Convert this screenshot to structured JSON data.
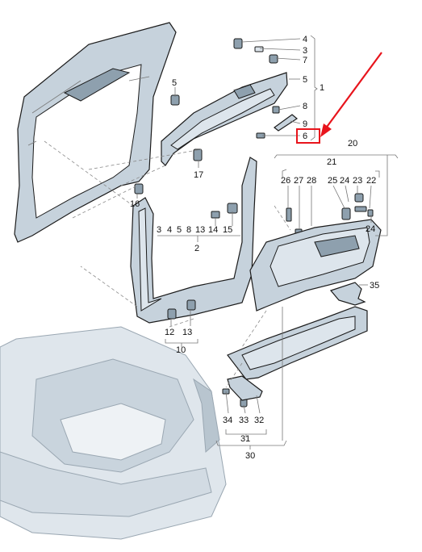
{
  "callouts": [
    {
      "id": "c4a",
      "label": "4"
    },
    {
      "id": "c3a",
      "label": "3"
    },
    {
      "id": "c7a",
      "label": "7"
    },
    {
      "id": "c5a",
      "label": "5"
    },
    {
      "id": "c1",
      "label": "1"
    },
    {
      "id": "c5b",
      "label": "5"
    },
    {
      "id": "c8a",
      "label": "8"
    },
    {
      "id": "c9",
      "label": "9"
    },
    {
      "id": "c6",
      "label": "6"
    },
    {
      "id": "c17",
      "label": "17"
    },
    {
      "id": "c16",
      "label": "16"
    },
    {
      "id": "c20",
      "label": "20"
    },
    {
      "id": "c21",
      "label": "21"
    },
    {
      "id": "c26",
      "label": "26"
    },
    {
      "id": "c27",
      "label": "27"
    },
    {
      "id": "c28",
      "label": "28"
    },
    {
      "id": "c25",
      "label": "25"
    },
    {
      "id": "c24a",
      "label": "24"
    },
    {
      "id": "c23",
      "label": "23"
    },
    {
      "id": "c22",
      "label": "22"
    },
    {
      "id": "c24b",
      "label": "24"
    },
    {
      "id": "g3",
      "label": "3"
    },
    {
      "id": "g4",
      "label": "4"
    },
    {
      "id": "g5",
      "label": "5"
    },
    {
      "id": "g8",
      "label": "8"
    },
    {
      "id": "g13",
      "label": "13"
    },
    {
      "id": "g14",
      "label": "14"
    },
    {
      "id": "g15",
      "label": "15"
    },
    {
      "id": "c2",
      "label": "2"
    },
    {
      "id": "c35",
      "label": "35"
    },
    {
      "id": "c12",
      "label": "12"
    },
    {
      "id": "c13",
      "label": "13"
    },
    {
      "id": "c10",
      "label": "10"
    },
    {
      "id": "c34",
      "label": "34"
    },
    {
      "id": "c33",
      "label": "33"
    },
    {
      "id": "c32",
      "label": "32"
    },
    {
      "id": "c31",
      "label": "31"
    },
    {
      "id": "c30",
      "label": "30"
    }
  ],
  "highlight_color": "#e8141c",
  "part_color": "#c6d2dc"
}
